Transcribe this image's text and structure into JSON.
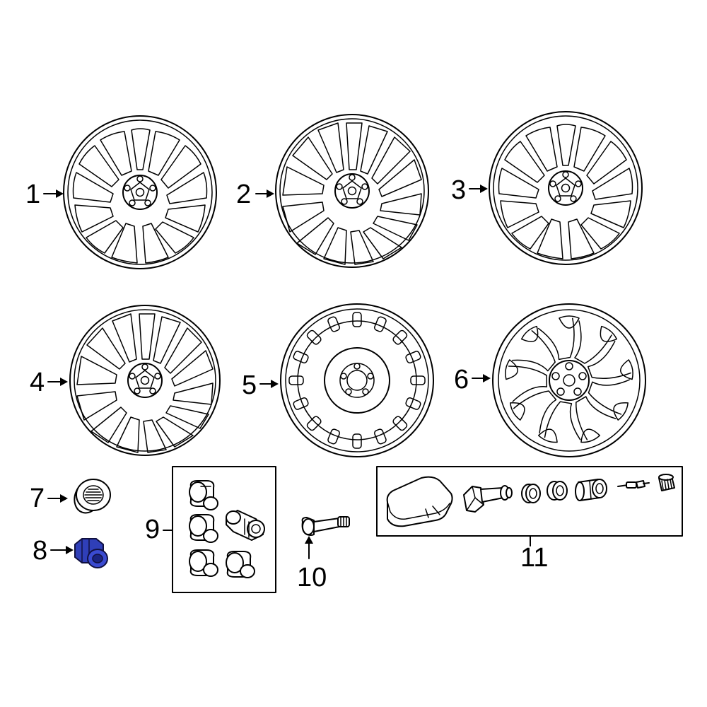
{
  "callouts": [
    {
      "id": "1",
      "text": "1"
    },
    {
      "id": "2",
      "text": "2"
    },
    {
      "id": "3",
      "text": "3"
    },
    {
      "id": "4",
      "text": "4"
    },
    {
      "id": "5",
      "text": "5"
    },
    {
      "id": "6",
      "text": "6"
    },
    {
      "id": "7",
      "text": "7"
    },
    {
      "id": "8",
      "text": "8"
    },
    {
      "id": "9",
      "text": "9"
    },
    {
      "id": "10",
      "text": "10"
    },
    {
      "id": "11",
      "text": "11"
    }
  ],
  "colors": {
    "line": "#000000",
    "background": "#ffffff",
    "highlight_fill": "#2f3fb8",
    "highlight_stroke": "#101040"
  },
  "highlighted_part": "8"
}
